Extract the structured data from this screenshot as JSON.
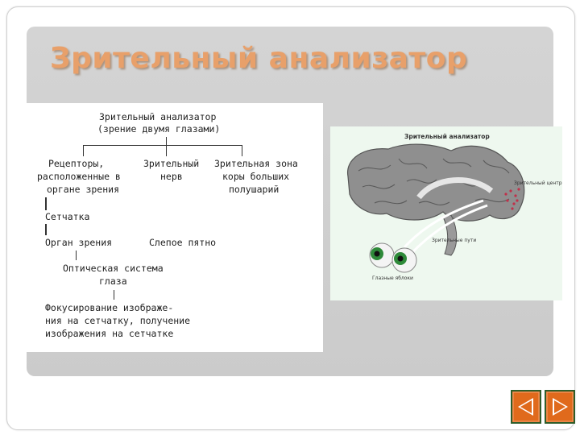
{
  "slide": {
    "title": "Зрительный анализатор"
  },
  "scheme": {
    "root_line1": "Зрительный анализатор",
    "root_line2": "(зрение двумя глазами)",
    "receptors": [
      "Рецепторы,",
      "расположенные в",
      "органе зрения"
    ],
    "nerve": [
      "Зрительный",
      "нерв"
    ],
    "cortex": [
      "Зрительная зона",
      "коры больших",
      "полушарий"
    ],
    "retina": "Сетчатка",
    "organ": "Орган зрения",
    "blind_spot": "Слепое пятно",
    "optics": [
      "Оптическая система",
      "глаза"
    ],
    "focus": [
      "Фокусирование изображе-",
      "ния на сетчатку, получение",
      "изображения на сетчатке"
    ]
  },
  "figure": {
    "title": "Зрительный анализатор",
    "center_label": "Зрительный центр",
    "path_label": "Зрительные пути",
    "eye_label": "Глазные яблоки"
  },
  "nav": {
    "prev_icon": "triangle-left-icon",
    "next_icon": "triangle-right-icon"
  },
  "colors": {
    "title": "#e8a06a",
    "panel": "#cdcdcd",
    "nav_fill": "#e06a1c",
    "nav_border": "#2f5d2a",
    "eye_iris": "#2f8a3a"
  }
}
